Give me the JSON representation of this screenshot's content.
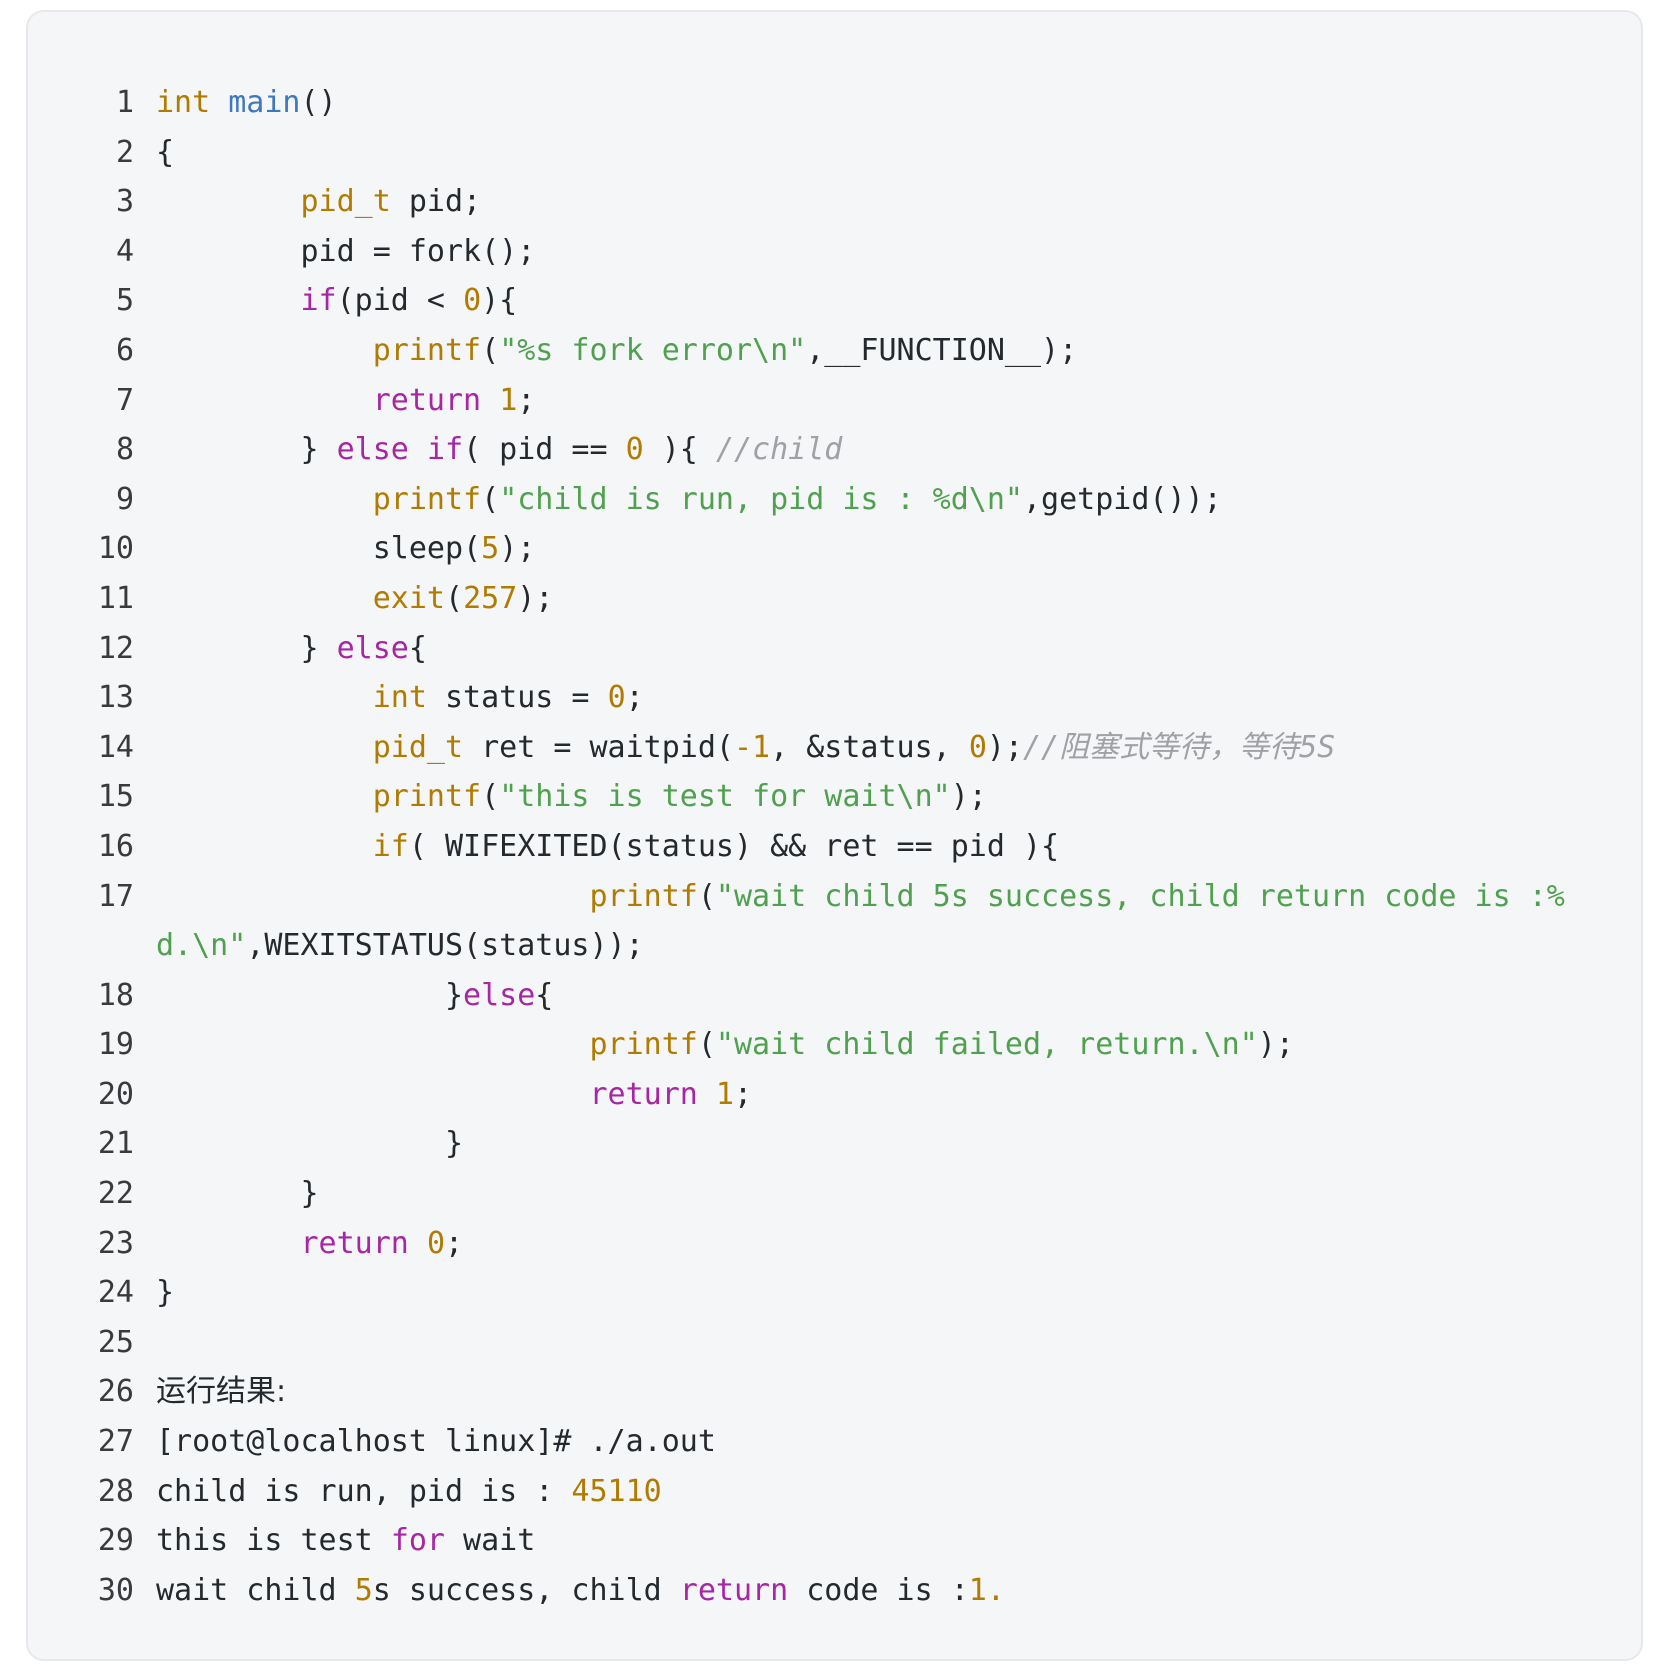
{
  "code_block": {
    "language": "c",
    "lines": [
      {
        "number": "1",
        "tokens": [
          {
            "t": "int",
            "c": "type"
          },
          {
            "t": " ",
            "c": "plain"
          },
          {
            "t": "main",
            "c": "func"
          },
          {
            "t": "()",
            "c": "plain"
          }
        ]
      },
      {
        "number": "2",
        "tokens": [
          {
            "t": "{",
            "c": "plain"
          }
        ]
      },
      {
        "number": "3",
        "tokens": [
          {
            "t": "        ",
            "c": "plain"
          },
          {
            "t": "pid_t",
            "c": "type"
          },
          {
            "t": " pid;",
            "c": "plain"
          }
        ]
      },
      {
        "number": "4",
        "tokens": [
          {
            "t": "        pid = fork();",
            "c": "plain"
          }
        ]
      },
      {
        "number": "5",
        "tokens": [
          {
            "t": "        ",
            "c": "plain"
          },
          {
            "t": "if",
            "c": "keyword"
          },
          {
            "t": "(pid < ",
            "c": "plain"
          },
          {
            "t": "0",
            "c": "number"
          },
          {
            "t": "){",
            "c": "plain"
          }
        ]
      },
      {
        "number": "6",
        "tokens": [
          {
            "t": "            ",
            "c": "plain"
          },
          {
            "t": "printf",
            "c": "builtin"
          },
          {
            "t": "(",
            "c": "plain"
          },
          {
            "t": "\"%s fork error\\n\"",
            "c": "string"
          },
          {
            "t": ",__FUNCTION__);",
            "c": "plain"
          }
        ]
      },
      {
        "number": "7",
        "tokens": [
          {
            "t": "            ",
            "c": "plain"
          },
          {
            "t": "return",
            "c": "keyword"
          },
          {
            "t": " ",
            "c": "plain"
          },
          {
            "t": "1",
            "c": "number"
          },
          {
            "t": ";",
            "c": "plain"
          }
        ]
      },
      {
        "number": "8",
        "tokens": [
          {
            "t": "        } ",
            "c": "plain"
          },
          {
            "t": "else",
            "c": "keyword"
          },
          {
            "t": " ",
            "c": "plain"
          },
          {
            "t": "if",
            "c": "keyword"
          },
          {
            "t": "( pid == ",
            "c": "plain"
          },
          {
            "t": "0",
            "c": "number"
          },
          {
            "t": " ){ ",
            "c": "plain"
          },
          {
            "t": "//child",
            "c": "comment"
          }
        ]
      },
      {
        "number": "9",
        "tokens": [
          {
            "t": "            ",
            "c": "plain"
          },
          {
            "t": "printf",
            "c": "builtin"
          },
          {
            "t": "(",
            "c": "plain"
          },
          {
            "t": "\"child is run, pid is : %d\\n\"",
            "c": "string"
          },
          {
            "t": ",getpid());",
            "c": "plain"
          }
        ]
      },
      {
        "number": "10",
        "tokens": [
          {
            "t": "            sleep(",
            "c": "plain"
          },
          {
            "t": "5",
            "c": "number"
          },
          {
            "t": ");",
            "c": "plain"
          }
        ]
      },
      {
        "number": "11",
        "tokens": [
          {
            "t": "            ",
            "c": "plain"
          },
          {
            "t": "exit",
            "c": "builtin"
          },
          {
            "t": "(",
            "c": "plain"
          },
          {
            "t": "257",
            "c": "number"
          },
          {
            "t": ");",
            "c": "plain"
          }
        ]
      },
      {
        "number": "12",
        "tokens": [
          {
            "t": "        } ",
            "c": "plain"
          },
          {
            "t": "else",
            "c": "keyword"
          },
          {
            "t": "{",
            "c": "plain"
          }
        ]
      },
      {
        "number": "13",
        "tokens": [
          {
            "t": "            ",
            "c": "plain"
          },
          {
            "t": "int",
            "c": "type"
          },
          {
            "t": " status = ",
            "c": "plain"
          },
          {
            "t": "0",
            "c": "number"
          },
          {
            "t": ";",
            "c": "plain"
          }
        ]
      },
      {
        "number": "14",
        "tokens": [
          {
            "t": "            ",
            "c": "plain"
          },
          {
            "t": "pid_t",
            "c": "type"
          },
          {
            "t": " ret = waitpid(",
            "c": "plain"
          },
          {
            "t": "-1",
            "c": "number"
          },
          {
            "t": ", &status, ",
            "c": "plain"
          },
          {
            "t": "0",
            "c": "number"
          },
          {
            "t": ");",
            "c": "plain"
          },
          {
            "t": "//阻塞式等待，等待5S",
            "c": "comment"
          }
        ]
      },
      {
        "number": "15",
        "tokens": [
          {
            "t": "            ",
            "c": "plain"
          },
          {
            "t": "printf",
            "c": "builtin"
          },
          {
            "t": "(",
            "c": "plain"
          },
          {
            "t": "\"this is test for wait\\n\"",
            "c": "string"
          },
          {
            "t": ");",
            "c": "plain"
          }
        ]
      },
      {
        "number": "16",
        "tokens": [
          {
            "t": "            ",
            "c": "plain"
          },
          {
            "t": "if",
            "c": "builtin"
          },
          {
            "t": "( WIFEXITED(status) && ret == pid ){",
            "c": "plain"
          }
        ]
      },
      {
        "number": "17",
        "tokens": [
          {
            "t": "                        ",
            "c": "plain"
          },
          {
            "t": "printf",
            "c": "builtin"
          },
          {
            "t": "(",
            "c": "plain"
          },
          {
            "t": "\"wait child 5s success, child return code is :%d.\\n\"",
            "c": "string"
          },
          {
            "t": ",WEXITSTATUS(status));",
            "c": "plain"
          }
        ]
      },
      {
        "number": "18",
        "tokens": [
          {
            "t": "                ",
            "c": "plain"
          },
          {
            "t": "}",
            "c": "plain"
          },
          {
            "t": "else",
            "c": "keyword"
          },
          {
            "t": "{",
            "c": "plain"
          }
        ]
      },
      {
        "number": "19",
        "tokens": [
          {
            "t": "                        ",
            "c": "plain"
          },
          {
            "t": "printf",
            "c": "builtin"
          },
          {
            "t": "(",
            "c": "plain"
          },
          {
            "t": "\"wait child failed, return.\\n\"",
            "c": "string"
          },
          {
            "t": ");",
            "c": "plain"
          }
        ]
      },
      {
        "number": "20",
        "tokens": [
          {
            "t": "                        ",
            "c": "plain"
          },
          {
            "t": "return",
            "c": "keyword"
          },
          {
            "t": " ",
            "c": "plain"
          },
          {
            "t": "1",
            "c": "number"
          },
          {
            "t": ";",
            "c": "plain"
          }
        ]
      },
      {
        "number": "21",
        "tokens": [
          {
            "t": "                }",
            "c": "plain"
          }
        ]
      },
      {
        "number": "22",
        "tokens": [
          {
            "t": "        }",
            "c": "plain"
          }
        ]
      },
      {
        "number": "23",
        "tokens": [
          {
            "t": "        ",
            "c": "plain"
          },
          {
            "t": "return",
            "c": "keyword"
          },
          {
            "t": " ",
            "c": "plain"
          },
          {
            "t": "0",
            "c": "number"
          },
          {
            "t": ";",
            "c": "plain"
          }
        ]
      },
      {
        "number": "24",
        "tokens": [
          {
            "t": "}",
            "c": "plain"
          }
        ]
      },
      {
        "number": "25",
        "tokens": [
          {
            "t": "",
            "c": "plain"
          }
        ]
      },
      {
        "number": "26",
        "tokens": [
          {
            "t": "运行结果:",
            "c": "cjk"
          }
        ]
      },
      {
        "number": "27",
        "tokens": [
          {
            "t": "[root@localhost linux]# ./a.out",
            "c": "plain"
          }
        ]
      },
      {
        "number": "28",
        "tokens": [
          {
            "t": "child is run, pid is : ",
            "c": "plain"
          },
          {
            "t": "45110",
            "c": "number"
          }
        ]
      },
      {
        "number": "29",
        "tokens": [
          {
            "t": "this is test ",
            "c": "plain"
          },
          {
            "t": "for",
            "c": "keyword"
          },
          {
            "t": " wait",
            "c": "plain"
          }
        ]
      },
      {
        "number": "30",
        "tokens": [
          {
            "t": "wait child ",
            "c": "plain"
          },
          {
            "t": "5",
            "c": "number"
          },
          {
            "t": "s success, child ",
            "c": "plain"
          },
          {
            "t": "return",
            "c": "keyword"
          },
          {
            "t": " code is :",
            "c": "plain"
          },
          {
            "t": "1.",
            "c": "number"
          }
        ]
      }
    ]
  },
  "colors": {
    "panel_background": "#f5f6f8",
    "panel_border": "#e6e8eb",
    "plain": "#24292e",
    "type": "#b07b00",
    "function": "#4078c0",
    "keyword": "#a626a4",
    "string": "#50a14f",
    "number": "#b07b00",
    "comment": "#a0a1a7"
  }
}
